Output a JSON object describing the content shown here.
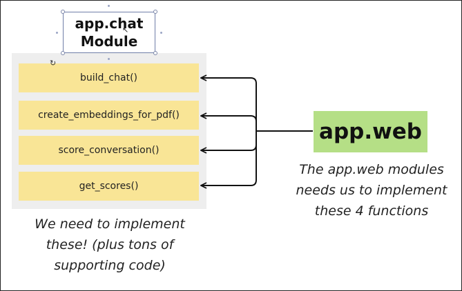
{
  "module_title": "app.chat\nModule",
  "functions": [
    {
      "label": "build_chat()"
    },
    {
      "label": "create_embeddings_for_pdf()"
    },
    {
      "label": "score_conversation()"
    },
    {
      "label": "get_scores()"
    }
  ],
  "web_box_label": "app.web",
  "right_note": "The app.web modules\nneeds us to implement\nthese 4 functions",
  "left_note": "We need to implement\nthese! (plus tons of\nsupporting code)",
  "colors": {
    "function_fill": "#f9e596",
    "web_fill": "#b5df86",
    "panel_fill": "#eeeeee",
    "line": "#111111"
  },
  "icons": {
    "cursor": "mouse-cursor-icon",
    "rotate": "rotate-handle-icon"
  }
}
